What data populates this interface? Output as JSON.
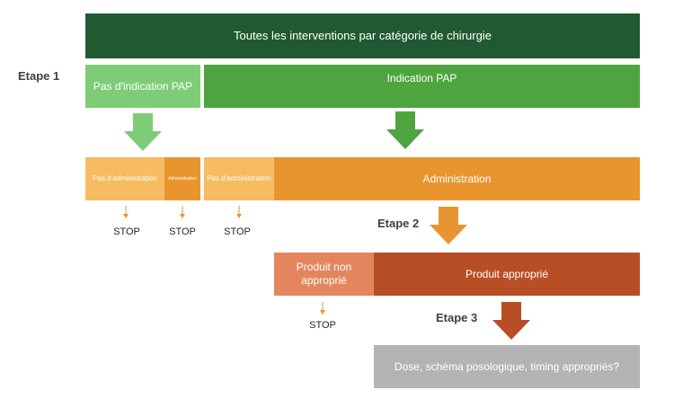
{
  "title": "Toutes les interventions par catégorie de chirurgie",
  "steps": {
    "step1": "Etape 1",
    "step2": "Etape 2",
    "step3": "Etape 3"
  },
  "level1": {
    "no_indication": "Pas d'indication PAP",
    "indication": "Indication PAP"
  },
  "level2": {
    "no_admin_left": "Pas d'administration",
    "admin_small": "Administration",
    "no_admin_right": "Pas d'administration",
    "admin_main": "Administration"
  },
  "level3": {
    "inappropriate_product": "Produit non approprié",
    "appropriate_product": "Produit approprié"
  },
  "level4": {
    "dose_question": "Dose, schéma posologique, timing appropriés?"
  },
  "stops": [
    "STOP",
    "STOP",
    "STOP",
    "STOP"
  ],
  "colors": {
    "dark_green": "#215a32",
    "mid_green": "#4ea53f",
    "light_green": "#7fcc77",
    "light_orange": "#f7bb62",
    "orange": "#e8952f",
    "salmon": "#e3865e",
    "rust": "#b84e26",
    "gray": "#b3b3b3"
  }
}
